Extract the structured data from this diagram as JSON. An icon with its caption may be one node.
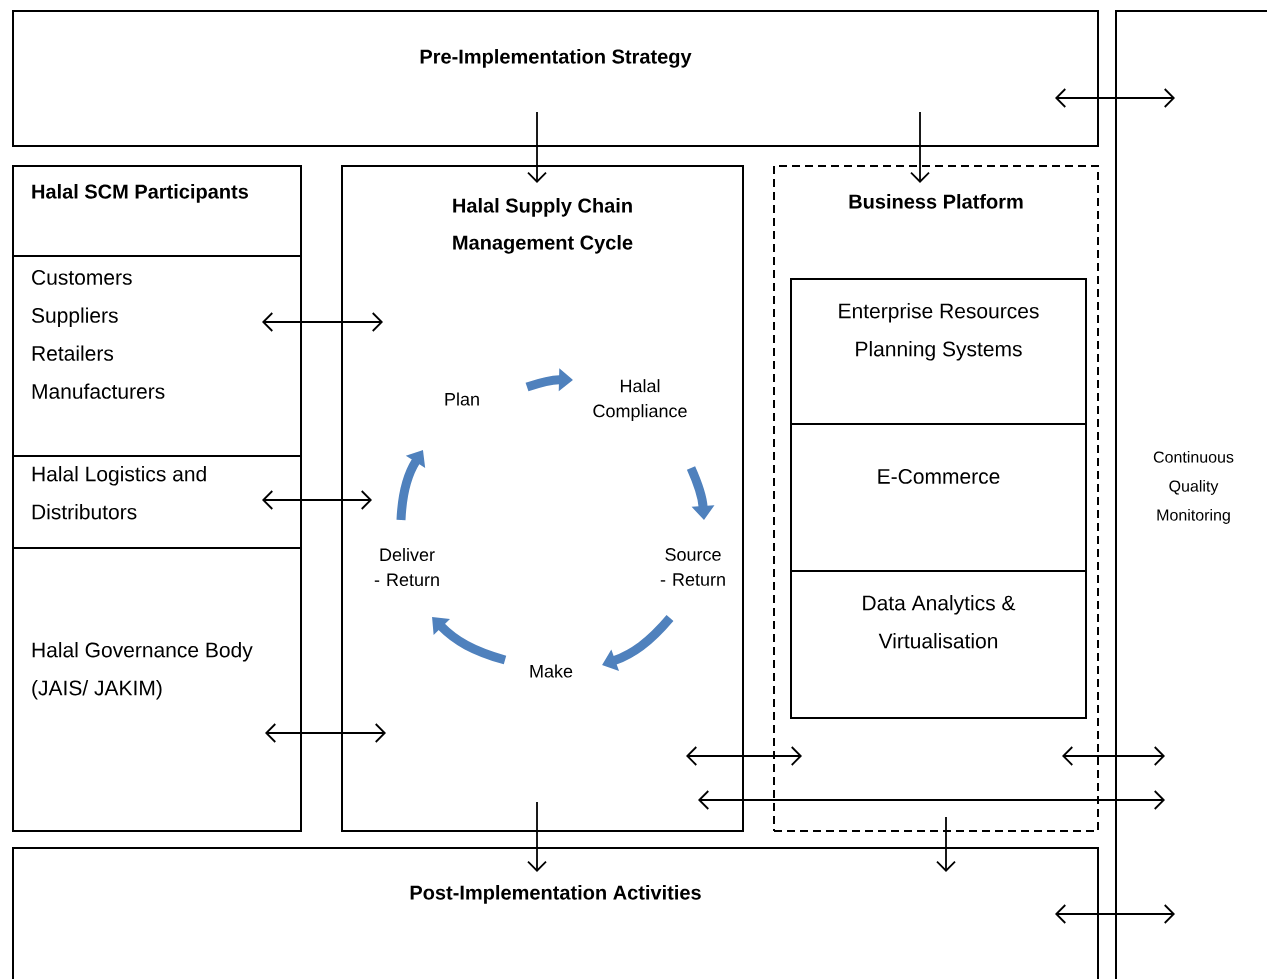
{
  "diagram": {
    "nodes": [
      {
        "text": [
          "Pre-Implementation Strategy"
        ]
      },
      {
        "text": [
          "Continuous Quality Monitoring"
        ]
      },
      {
        "text": [
          "Halal SCM Participants"
        ]
      },
      {
        "text": [
          "Customers",
          "Suppliers",
          "Retailers",
          "Manufacturers"
        ]
      },
      {
        "text": [
          "Halal Logistics and Distributors"
        ]
      },
      {
        "text": [
          "Halal Governance Body (JAIS/ JAKIM)"
        ]
      },
      {
        "text": [
          "Halal Supply Chain Management Cycle"
        ]
      },
      {
        "text": [
          "Plan"
        ],
        "in": 6
      },
      {
        "text": [
          "Halal Compliance"
        ],
        "in": 6
      },
      {
        "text": [
          "Source - Return"
        ],
        "in": 6
      },
      {
        "text": [
          "Make"
        ],
        "in": 6
      },
      {
        "text": [
          "Deliver - Return"
        ],
        "in": 6
      },
      {
        "text": [
          "Business Platform"
        ]
      },
      {
        "text": [
          "Enterprise Resources Planning Systems"
        ],
        "in": 12
      },
      {
        "text": [
          "E-Commerce"
        ],
        "in": 12
      },
      {
        "text": [
          "Data Analytics & Virtualisation"
        ],
        "in": 12
      },
      {
        "text": [
          "Post-Implementation Activities"
        ]
      }
    ],
    "edges": [
      {
        "from": 0,
        "to": 6,
        "arrow": "to"
      },
      {
        "from": 0,
        "to": 12,
        "arrow": "to"
      },
      {
        "from": 3,
        "to": 6,
        "arrow": "both"
      },
      {
        "from": 4,
        "to": 6,
        "arrow": "both"
      },
      {
        "from": 5,
        "to": 6,
        "arrow": "both"
      },
      {
        "from": 6,
        "to": 12,
        "arrow": "both"
      },
      {
        "from": 12,
        "to": 1,
        "arrow": "both"
      },
      {
        "from": 6,
        "to": 1,
        "arrow": "both"
      },
      {
        "from": 6,
        "to": 16,
        "arrow": "to"
      },
      {
        "from": 12,
        "to": 16,
        "arrow": "to"
      },
      {
        "from": 0,
        "to": 1,
        "arrow": "both"
      },
      {
        "from": 16,
        "to": 1,
        "arrow": "both"
      },
      {
        "from": 7,
        "to": 8,
        "arrow": "to",
        "style": "thick",
        "color": "#4f81bd"
      },
      {
        "from": 8,
        "to": 9,
        "arrow": "to",
        "style": "thick",
        "color": "#4f81bd"
      },
      {
        "from": 9,
        "to": 10,
        "arrow": "to",
        "style": "thick",
        "color": "#4f81bd"
      },
      {
        "from": 10,
        "to": 11,
        "arrow": "to",
        "style": "thick",
        "color": "#4f81bd"
      },
      {
        "from": 11,
        "to": 7,
        "arrow": "to",
        "style": "thick",
        "color": "#4f81bd"
      }
    ]
  }
}
